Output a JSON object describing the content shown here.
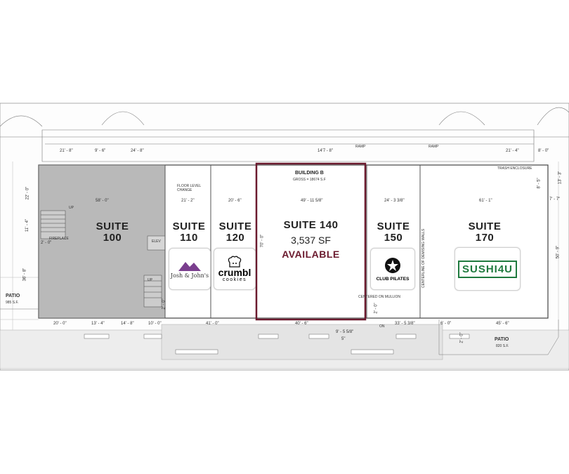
{
  "title": "BUILDING B",
  "gross": "GROSS = 18674 S.F",
  "suites": [
    {
      "id": "s100",
      "name": "SUITE",
      "num": "100"
    },
    {
      "id": "s110",
      "name": "SUITE",
      "num": "110"
    },
    {
      "id": "s120",
      "name": "SUITE",
      "num": "120"
    },
    {
      "id": "s140",
      "name": "SUITE 140",
      "area": "3,537 SF",
      "status": "AVAILABLE"
    },
    {
      "id": "s150",
      "name": "SUITE",
      "num": "150"
    },
    {
      "id": "s170",
      "name": "SUITE",
      "num": "170"
    }
  ],
  "tenants": {
    "josh": {
      "line1": "Josh",
      "amp": "&",
      "line2": "John's"
    },
    "crumbl": {
      "line1": "crumbl",
      "line2": "cookies"
    },
    "pilates": "CLUB PILATES",
    "sushi": "SUSHI4U"
  },
  "labels": {
    "patio_left": "PATIO",
    "patio_left_sf": "985 S.F.",
    "patio_right": "PATIO",
    "patio_right_sf": "820 S.F.",
    "floor_change": "FLOOR LEVEL CHANGE",
    "fireplace": "FIREPLACE",
    "elev": "ELEV",
    "trash": "TRASH ENCLOSURE",
    "ramp1": "RAMP",
    "ramp2": "RAMP",
    "centered": "CENTERED ON MULLION",
    "demising": "CENTERLINE OF DEMISING WALLS",
    "up1": "UP",
    "up2": "UP",
    "on": "ON"
  },
  "dims": {
    "d1": "21' - 8\"",
    "d2": "9' - 6\"",
    "d3": "24' - 8\"",
    "d4": "14'7 - 8\"",
    "d5": "21' - 4\"",
    "d6": "8' - 0\"",
    "d7": "58' - 0\"",
    "d8": "21' - 2\"",
    "d9": "20' - 6\"",
    "d10": "49' - 11 5/8\"",
    "d11": "24' - 3 3/8\"",
    "d12": "61' - 1\"",
    "d13": "7' - 7\"",
    "d14": "22' - 0\"",
    "d15": "11' - 4\"",
    "d16": "2' - 0\"",
    "d17": "36' - 8\"",
    "d18": "70' - 0\"",
    "d19": "2' - 0\"",
    "d20": "2' - 0\"",
    "d21": "20' - 0\"",
    "d22": "13' - 4\"",
    "d23": "14' - 8\"",
    "d24": "10' - 0\"",
    "d25": "41' - 0\"",
    "d26": "40' - 6\"",
    "d27": "9' - 5 5/8\"",
    "d28": "33' - 5 3/8\"",
    "d29": "6' - 0\"",
    "d30": "45' - 6\"",
    "d31": "2' - 0\"",
    "d32": "50' - 9\"",
    "d33": "13' - 3\"",
    "d34": "8' - 5\"",
    "d35": "5\""
  },
  "colors": {
    "available": "#6b1a2e",
    "gray": "#b9b9b9",
    "sushi": "#1f7a3e",
    "josh": "#7a3e8e"
  }
}
